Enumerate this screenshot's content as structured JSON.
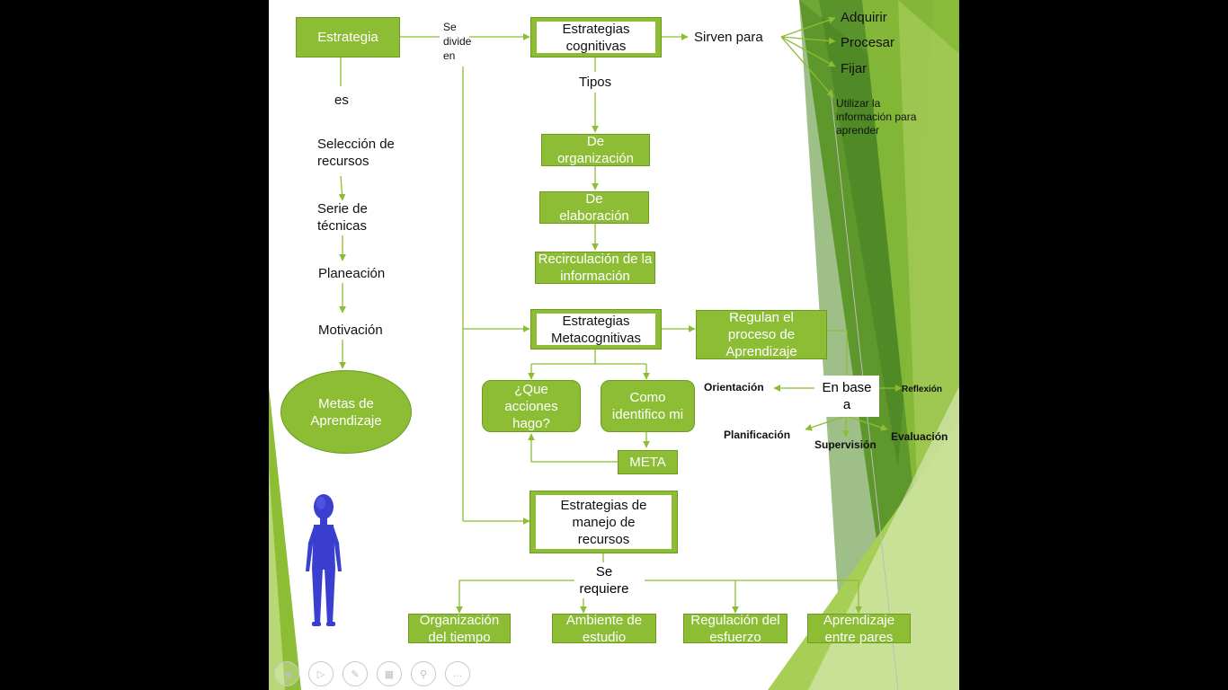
{
  "colors": {
    "accent": "#8dbd35",
    "accent_dark": "#6e9a22",
    "background": "#000000"
  },
  "strategy": {
    "label": "Estrategia",
    "es": "es",
    "steps": [
      "Selección de recursos",
      "Serie de técnicas",
      "Planeación",
      "Motivación"
    ],
    "goal": "Metas de Aprendizaje"
  },
  "divide_label": "Se divide en",
  "cognitive": {
    "title": "Estrategias cognitivas",
    "sirven_para": "Sirven para",
    "purposes": [
      "Adquirir",
      "Procesar",
      "Fijar",
      "Utilizar la información para aprender"
    ],
    "tipos_label": "Tipos",
    "types": [
      "De organización",
      "De elaboración",
      "Recirculación de la información"
    ]
  },
  "metacognitive": {
    "title": "Estrategias Metacognitivas",
    "regulates": "Regulan el proceso de Aprendizaje",
    "en_base": "En base a",
    "aspects": [
      "Orientación",
      "Reflexión",
      "Planificación",
      "Supervisión",
      "Evaluación"
    ],
    "question1": "¿Que acciones hago?",
    "question2": "Como identifico mi",
    "meta": "META"
  },
  "resources": {
    "title": "Estrategias de manejo de recursos",
    "requires": "Se requiere",
    "items": [
      "Organización del tiempo",
      "Ambiente de estudio",
      "Regulación del esfuerzo",
      "Aprendizaje entre pares"
    ]
  },
  "avatar_icon": "human-figure-icon",
  "nav_icons": [
    "previous-icon",
    "play-icon",
    "pen-icon",
    "slides-icon",
    "zoom-icon",
    "more-icon"
  ]
}
